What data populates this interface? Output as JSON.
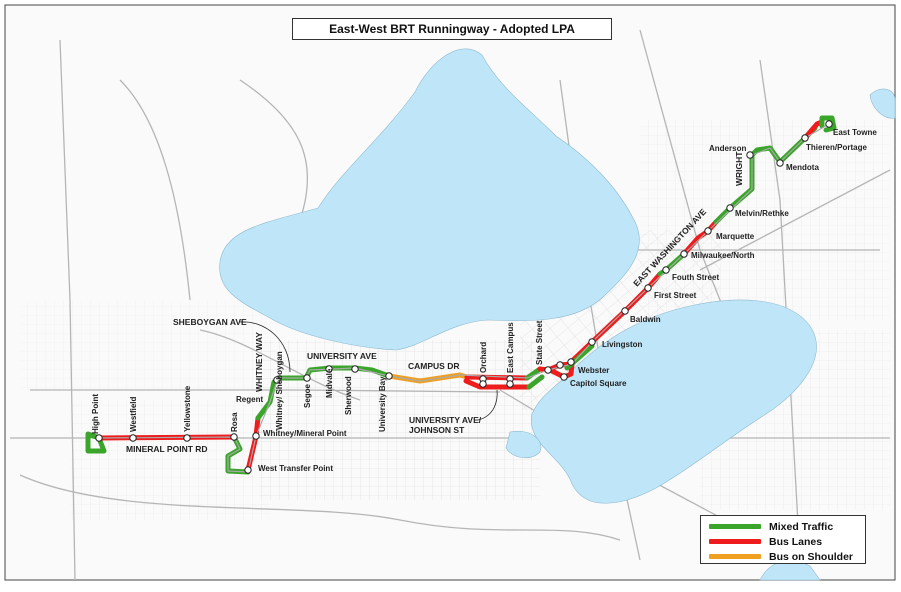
{
  "title": "East-West BRT Runningway - Adopted LPA",
  "colors": {
    "water": "#bfe6f8",
    "mixed_traffic": "#3aa52a",
    "bus_lanes": "#ee1c1c",
    "bus_on_shoulder": "#f0a020",
    "roads": "#c8c8c8",
    "station_fill": "#ffffff"
  },
  "legend": [
    {
      "label": "Mixed Traffic",
      "color": "#3aa52a"
    },
    {
      "label": "Bus Lanes",
      "color": "#ee1c1c"
    },
    {
      "label": "Bus on Shoulder",
      "color": "#f0a020"
    }
  ],
  "road_labels": {
    "sheboygan_ave": "SHEBOYGAN AVE",
    "whitney_way": "WHITNEY WAY",
    "university_ave": "UNIVERSITY AVE",
    "campus_dr": "CAMPUS DR",
    "mineral_point_rd": "MINERAL POINT RD",
    "university_johnson_1": "UNIVERSITY AVE/",
    "university_johnson_2": "JOHNSON ST",
    "east_washington_ave": "EAST WASHINGTON AVE",
    "wright": "WRIGHT"
  },
  "stations": [
    {
      "name": "High Point"
    },
    {
      "name": "Westfield"
    },
    {
      "name": "Yellowstone"
    },
    {
      "name": "Rosa"
    },
    {
      "name": "West Transfer Point"
    },
    {
      "name": "Whitney/Mineral Point"
    },
    {
      "name": "Regent"
    },
    {
      "name": "Whitney/ Sheboygan"
    },
    {
      "name": "Segoe"
    },
    {
      "name": "Midvale"
    },
    {
      "name": "Sherwood"
    },
    {
      "name": "University Bay"
    },
    {
      "name": "Orchard"
    },
    {
      "name": "East Campus"
    },
    {
      "name": "State Street"
    },
    {
      "name": "Webster"
    },
    {
      "name": "Capitol Square"
    },
    {
      "name": "Livingston"
    },
    {
      "name": "Baldwin"
    },
    {
      "name": "First Street"
    },
    {
      "name": "Fouth Street"
    },
    {
      "name": "Milwaukee/North"
    },
    {
      "name": "Marquette"
    },
    {
      "name": "Melvin/Rethke"
    },
    {
      "name": "Anderson"
    },
    {
      "name": "Mendota"
    },
    {
      "name": "Thieren/Portage"
    },
    {
      "name": "East Towne"
    }
  ]
}
